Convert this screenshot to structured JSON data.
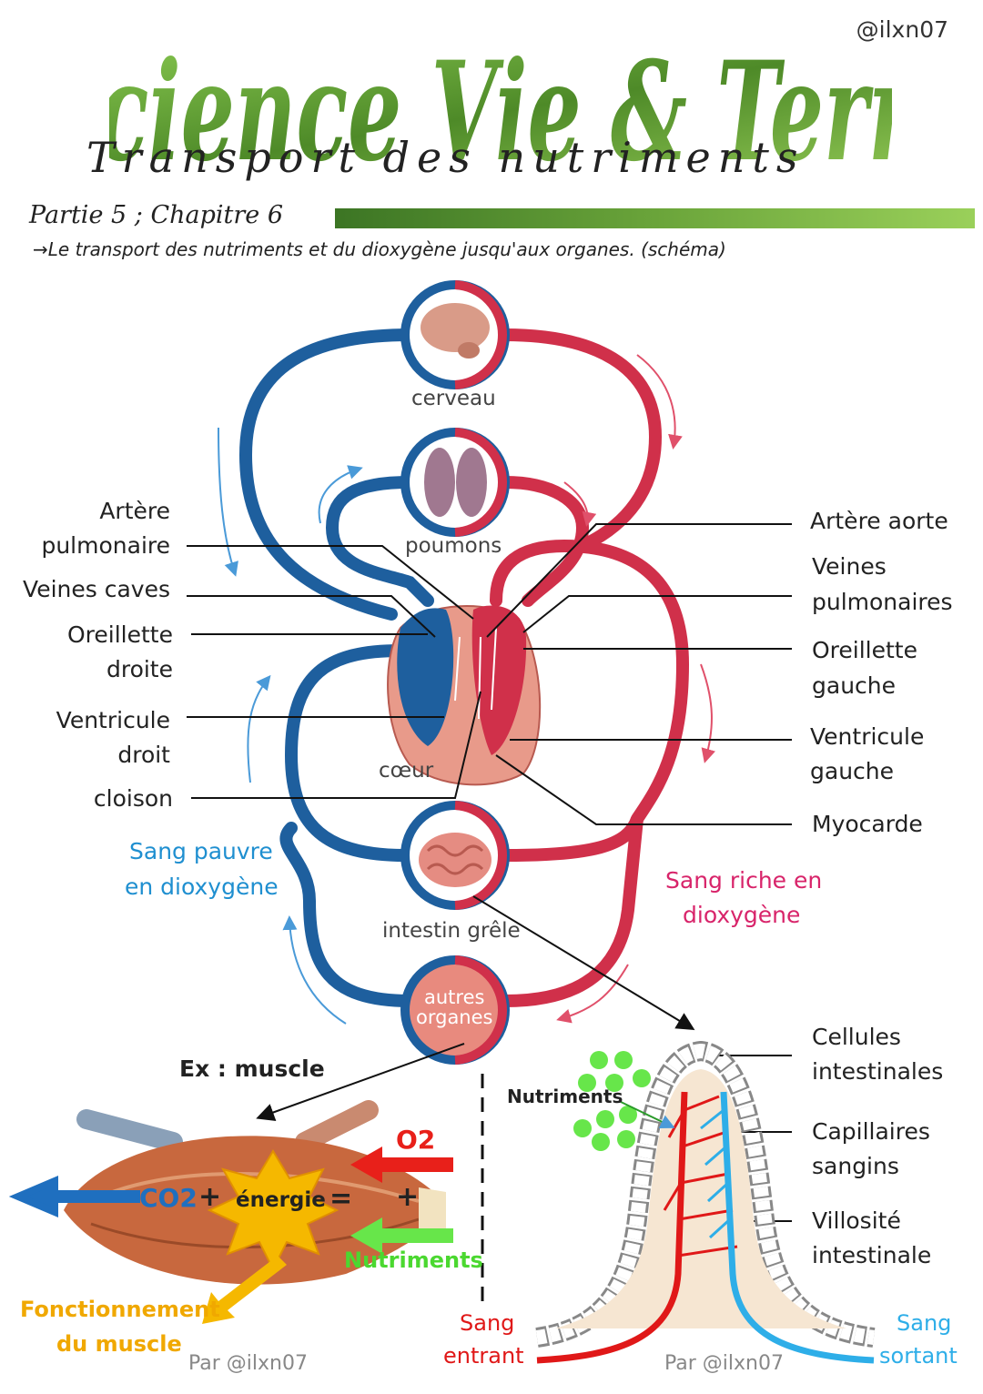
{
  "header": {
    "title": "Science Vie & Terre",
    "subtitle": "Transport des nutriments",
    "handle": "@ilxn07",
    "partie": "Partie 5 ; Chapitre 6",
    "intro": "→Le transport des nutriments et du dioxygène jusqu'aux organes. (schéma)"
  },
  "organs": {
    "cerveau": "cerveau",
    "poumons": "poumons",
    "coeur": "cœur",
    "intestin": "intestin grêle",
    "autres_1": "autres",
    "autres_2": "organes"
  },
  "left_labels": {
    "artere_pulm_1": "Artère",
    "artere_pulm_2": "pulmonaire",
    "veines_caves": "Veines caves",
    "oreillette_d_1": "Oreillette",
    "oreillette_d_2": "droite",
    "ventricule_d_1": "Ventricule",
    "ventricule_d_2": "droit",
    "cloison": "cloison"
  },
  "right_labels": {
    "artere_aorte": "Artère aorte",
    "veines_pulm_1": "Veines",
    "veines_pulm_2": "pulmonaires",
    "oreillette_g_1": "Oreillette",
    "oreillette_g_2": "gauche",
    "ventricule_g_1": "Ventricule",
    "ventricule_g_2": "gauche",
    "myocarde": "Myocarde"
  },
  "blood": {
    "pauvre_1": "Sang pauvre",
    "pauvre_2": "en dioxygène",
    "riche_1": "Sang riche en",
    "riche_2": "dioxygène"
  },
  "muscle": {
    "example": "Ex : muscle",
    "co2": "CO2",
    "plus1": "+",
    "energie": "énergie",
    "equals": "=",
    "plus2": "+",
    "o2": "O2",
    "nutriments": "Nutriments",
    "fonctionnement_1": "Fonctionnement",
    "fonctionnement_2": "du muscle",
    "credit": "Par @ilxn07"
  },
  "villus": {
    "nutriments": "Nutriments",
    "cellules_1": "Cellules",
    "cellules_2": "intestinales",
    "capillaires_1": "Capillaires",
    "capillaires_2": "sangins",
    "villosite_1": "Villosité",
    "villosite_2": "intestinale",
    "sang_entrant_1": "Sang",
    "sang_entrant_2": "entrant",
    "sang_sortant_1": "Sang",
    "sang_sortant_2": "sortant",
    "credit": "Par @ilxn07"
  },
  "colors": {
    "blue_vessel": "#1e5f9e",
    "red_vessel": "#d0304a",
    "title_green": "#5c9a30",
    "blue_text": "#1f8fd0",
    "pink_text": "#d8246a",
    "nutrient_green": "#67e64a",
    "co2_arrow": "#1f6fbf",
    "o2_arrow": "#e8201a",
    "energy_yellow": "#f5b800"
  }
}
